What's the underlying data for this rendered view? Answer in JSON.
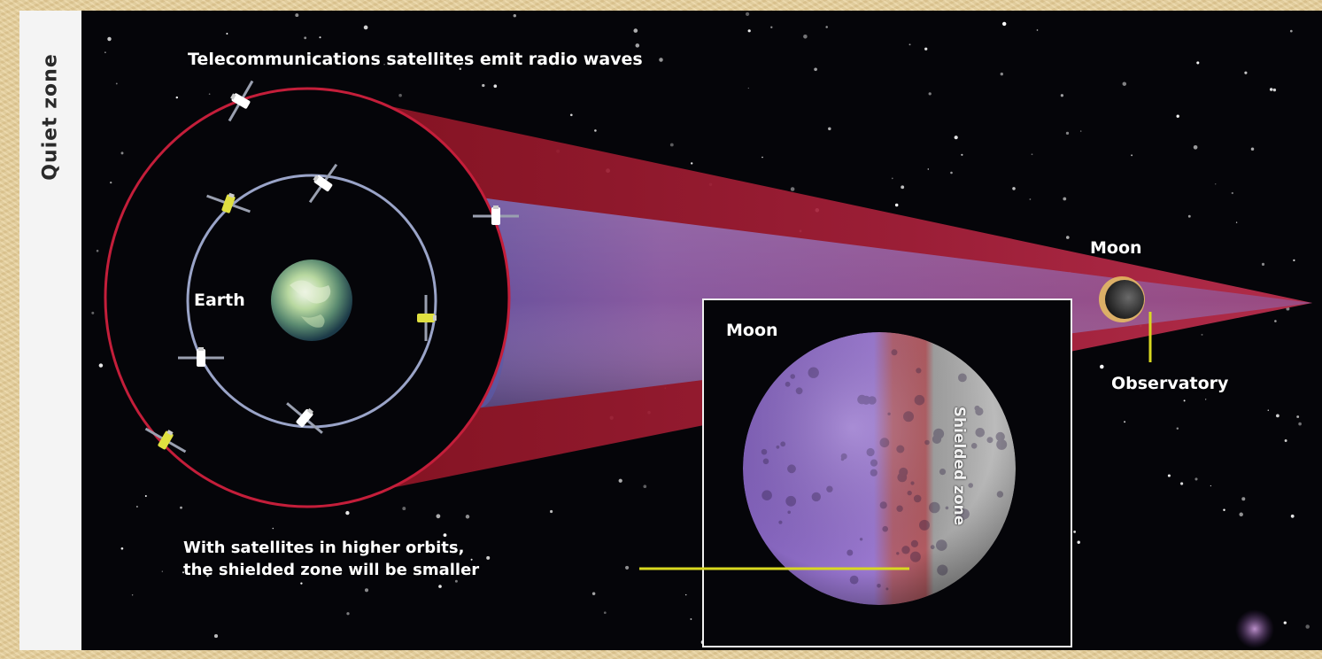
{
  "side_label": "Quiet zone",
  "labels": {
    "telecom": "Telecommunications satellites emit radio waves",
    "earth": "Earth",
    "moon": "Moon",
    "observatory": "Observatory",
    "inset_moon": "Moon",
    "shielded_zone": "Shielded zone",
    "note_line1": "With satellites in higher orbits,",
    "note_line2": "the shielded zone will be smaller"
  },
  "colors": {
    "space": "#050509",
    "outer_cone": "#a01828",
    "inner_cone": "#6a5aa8",
    "orbit_outer": "#c41e3a",
    "orbit_inner": "#9aa4c8",
    "moon_exposed": "#9070c8",
    "moon_band": "#b85a60",
    "moon_shielded": "#a8a8a8",
    "pointer": "#d8d820",
    "inset_border": "#f0f0f0"
  },
  "icons": [
    "satellite-icon",
    "earth-icon",
    "moon-icon"
  ]
}
